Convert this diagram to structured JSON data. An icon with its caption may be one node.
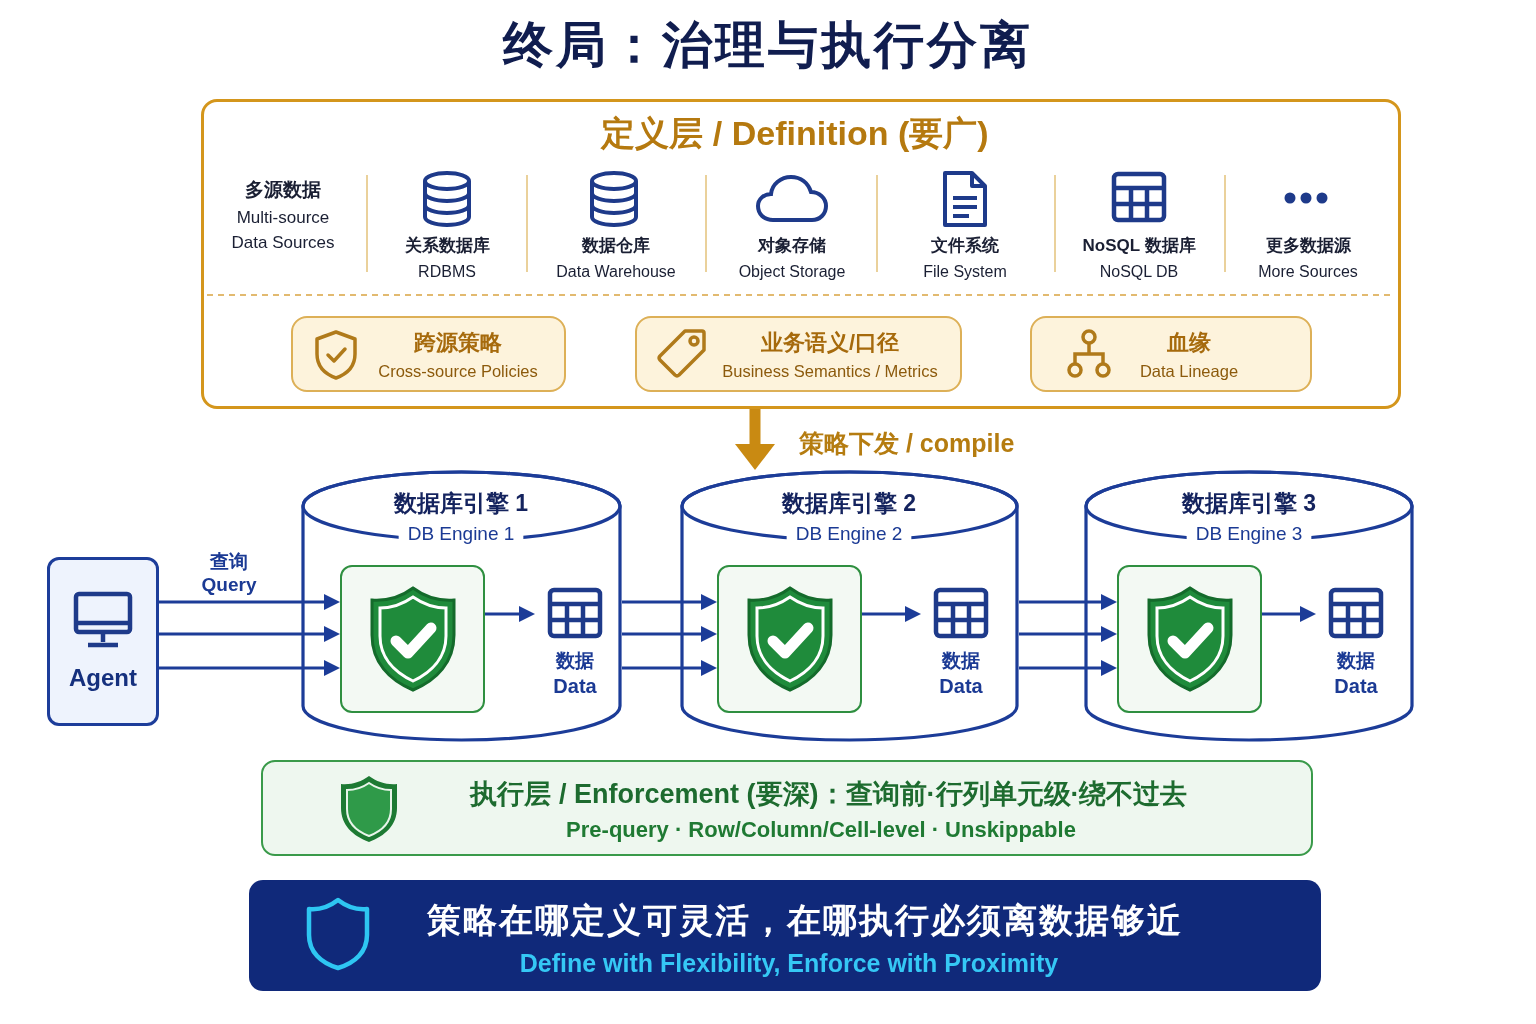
{
  "diagram": {
    "title": "终局：治理与执行分离",
    "nodes": [
      {
        "text": [
          "定义层 / Definition (要广)"
        ]
      },
      {
        "text": [
          "跨源策略",
          "Cross-source Policies"
        ],
        "in": 0
      },
      {
        "text": [
          "业务语义/口径",
          "Business Semantics / Metrics"
        ],
        "in": 0
      },
      {
        "text": [
          "血缘",
          "Data Lineage"
        ],
        "in": 0
      },
      {
        "text": [
          "Agent"
        ]
      },
      {
        "text": [
          "数据库引擎 1",
          "DB Engine 1"
        ]
      },
      {
        "text": [],
        "shape": "box",
        "in": 5
      },
      {
        "text": [
          "数据",
          "Data"
        ],
        "in": 5
      },
      {
        "text": [
          "数据库引擎 2",
          "DB Engine 2"
        ]
      },
      {
        "text": [],
        "shape": "box",
        "in": 8
      },
      {
        "text": [
          "数据",
          "Data"
        ],
        "in": 8
      },
      {
        "text": [
          "数据库引擎 3",
          "DB Engine 3"
        ]
      },
      {
        "text": [],
        "shape": "box",
        "in": 11
      },
      {
        "text": [
          "数据",
          "Data"
        ],
        "in": 11
      },
      {
        "text": [
          "执行层 / Enforcement (要深)：查询前·行列单元级·绕不过去",
          "Pre-query · Row/Column/Cell-level · Unskippable"
        ]
      },
      {
        "text": [
          "策略在哪定义可灵活，在哪执行必须离数据够近",
          "Define with Flexibility, Enforce with Proximity"
        ]
      }
    ],
    "edges": [
      {
        "from": 0,
        "to": 8,
        "arrow": "to",
        "label": "策略下发 / compile",
        "style": "thick",
        "color": "#c98a12"
      },
      {
        "from": 4,
        "to": 6,
        "arrow": "to",
        "label": "查询 Query"
      },
      {
        "from": 4,
        "to": 6,
        "arrow": "to"
      },
      {
        "from": 4,
        "to": 6,
        "arrow": "to"
      },
      {
        "from": 6,
        "to": 7,
        "arrow": "to"
      },
      {
        "from": 5,
        "to": 9,
        "arrow": "to"
      },
      {
        "from": 5,
        "to": 9,
        "arrow": "to"
      },
      {
        "from": 5,
        "to": 9,
        "arrow": "to"
      },
      {
        "from": 9,
        "to": 10,
        "arrow": "to"
      },
      {
        "from": 8,
        "to": 12,
        "arrow": "to"
      },
      {
        "from": 8,
        "to": 12,
        "arrow": "to"
      },
      {
        "from": 8,
        "to": 12,
        "arrow": "to"
      },
      {
        "from": 12,
        "to": 13,
        "arrow": "to"
      }
    ],
    "labels": [
      "多源数据",
      "Multi-source Data Sources",
      "关系数据库",
      "RDBMS",
      "数据仓库",
      "Data Warehouse",
      "对象存储",
      "Object Storage",
      "文件系统",
      "File System",
      "NoSQL 数据库",
      "NoSQL DB",
      "更多数据源",
      "More Sources"
    ]
  }
}
